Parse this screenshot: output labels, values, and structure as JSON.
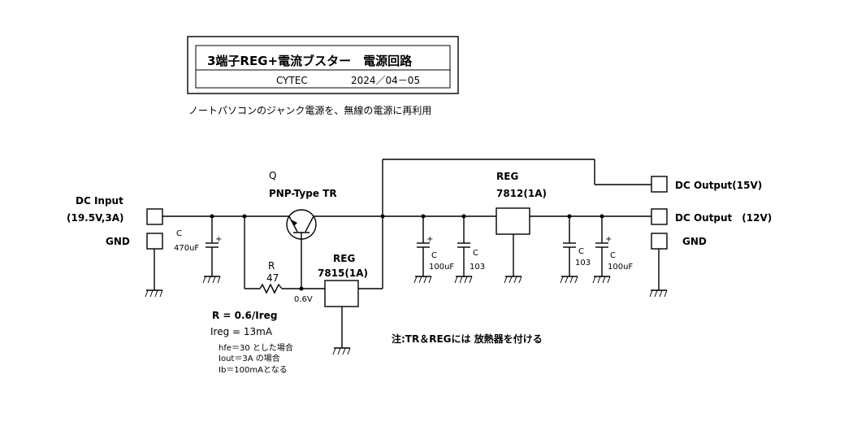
{
  "title_block": {
    "title": "3端子REG+電流ブスター　電源回路",
    "company": "CYTEC",
    "date": "2024／04－05"
  },
  "subtitle": "ノートパソコンのジャンク電源を、無線の電源に再利用",
  "ports": {
    "dc_input_label": "DC Input",
    "dc_input_spec": "(19.5V,3A)",
    "gnd_in": "GND",
    "dc_out15": "DC Output(15V)",
    "dc_out12": "DC Output　(12V)",
    "gnd_out": "GND"
  },
  "components": {
    "c_in_label": "C",
    "c_in_value": "470uF",
    "q_ref": "Q",
    "q_type": "PNP-Type TR",
    "r_ref": "R",
    "r_value": "47",
    "v_drop": "0.6V",
    "reg1_ref": "REG",
    "reg1_part": "7815(1A)",
    "c_100u_a_label": "C",
    "c_100u_a_value": "100uF",
    "c_103_a_label": "C",
    "c_103_a_value": "103",
    "reg2_ref": "REG",
    "reg2_part": "7812(1A)",
    "c_103_b_label": "C",
    "c_103_b_value": "103",
    "c_100u_b_label": "C",
    "c_100u_b_value": "100uF"
  },
  "calc": {
    "formula": "R = 0.6/Ireg",
    "ireg": "Ireg = 13mA",
    "hfe": "hfe＝30 とした場合",
    "iout": "Iout＝3A の場合",
    "ib": "Ib＝100mAとなる"
  },
  "note": "注:TR＆REGには 放熱器を付ける"
}
